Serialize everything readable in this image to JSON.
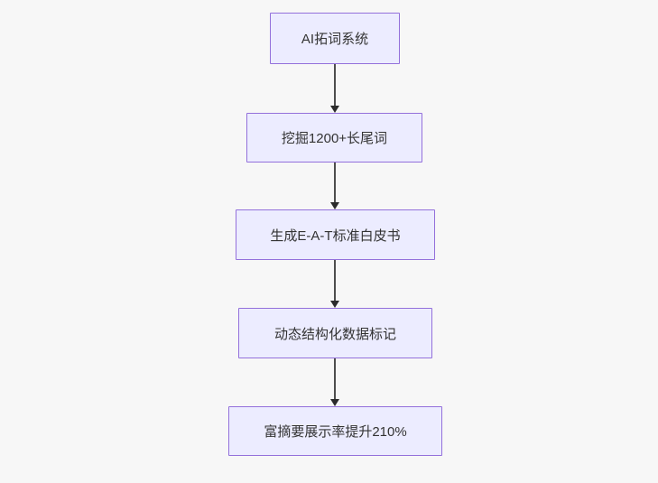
{
  "diagram": {
    "type": "flowchart",
    "direction": "top-down",
    "nodes": [
      {
        "id": "step-1",
        "label": "AI拓词系统"
      },
      {
        "id": "step-2",
        "label": "挖掘1200+长尾词"
      },
      {
        "id": "step-3",
        "label": "生成E-A-T标准白皮书"
      },
      {
        "id": "step-4",
        "label": "动态结构化数据标记"
      },
      {
        "id": "step-5",
        "label": "富摘要展示率提升210%"
      }
    ],
    "edges": [
      {
        "from": "step-1",
        "to": "step-2",
        "style": "arrow"
      },
      {
        "from": "step-2",
        "to": "step-3",
        "style": "arrow"
      },
      {
        "from": "step-3",
        "to": "step-4",
        "style": "arrow"
      },
      {
        "from": "step-4",
        "to": "step-5",
        "style": "arrow"
      }
    ],
    "colors": {
      "node_fill": "#ECECFF",
      "node_border": "#9370DB",
      "arrow_line": "#4d4d4d",
      "arrow_head": "#2b2b2b",
      "text": "#333333",
      "background": "#f7f7f7"
    }
  }
}
